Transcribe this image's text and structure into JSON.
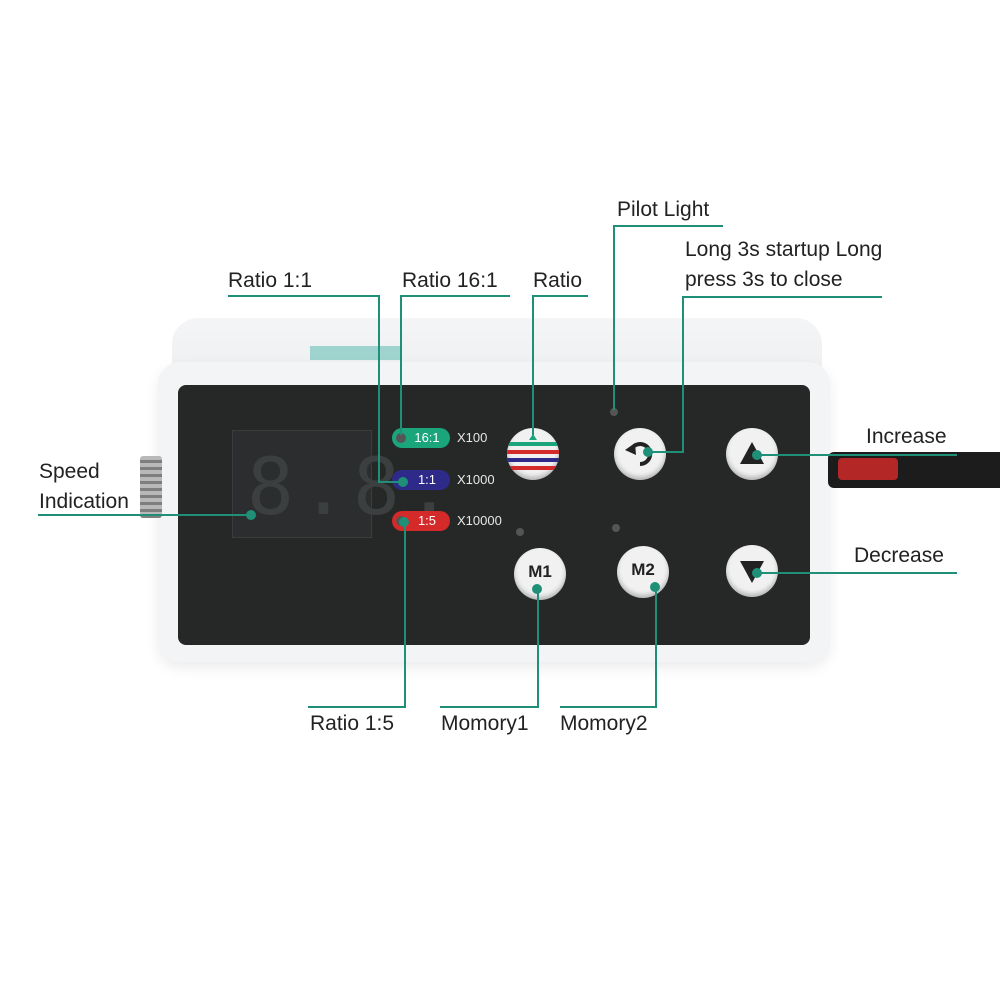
{
  "labels": {
    "pilot_light": "Pilot Light",
    "long_press_line1": "Long 3s startup Long",
    "long_press_line2": "press 3s to close",
    "ratio_1_1": "Ratio 1:1",
    "ratio_16_1": "Ratio 16:1",
    "ratio": "Ratio",
    "increase": "Increase",
    "decrease": "Decrease",
    "speed_line1": "Speed",
    "speed_line2": "Indication",
    "ratio_1_5": "Ratio 1:5",
    "memory1": "Momory1",
    "memory2": "Momory2"
  },
  "panel": {
    "display_digits": "8.8.",
    "ratio_pills": [
      {
        "text": "16:1",
        "multiplier": "X100",
        "color": "#1aa57a"
      },
      {
        "text": "1:1",
        "multiplier": "X1000",
        "color": "#2d2a8a"
      },
      {
        "text": "1:5",
        "multiplier": "X10000",
        "color": "#d42a2a"
      }
    ],
    "buttons": {
      "m1": "M1",
      "m2": "M2",
      "power_icon": "return-arrow-icon",
      "increase_icon": "triangle-up-icon",
      "decrease_icon": "triangle-down-icon",
      "ratio_icon": "color-stripes-icon"
    }
  },
  "colors": {
    "callout": "#1f8f78",
    "panel": "#262828",
    "ratio_16_1": "#1aa57a",
    "ratio_1_1": "#2d2a8a",
    "ratio_1_5": "#d42a2a"
  }
}
